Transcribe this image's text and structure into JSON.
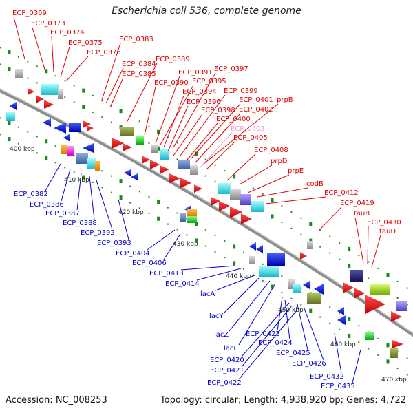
{
  "title": "Escherichia coli 536, complete genome",
  "footer": {
    "accession": "Accession: NC_008253",
    "summary": "Topology: circular; Length: 4,938,920 bp; Genes: 4,722"
  },
  "colors": {
    "backbone": "#8c8c8c",
    "forward_label": "#e00000",
    "reverse_label": "#0000cc",
    "faded_label": "#f0a0d0",
    "tick": "#1a8a1a"
  },
  "scale_labels": [
    "400 kbp",
    "410 kbp",
    "420 kbp",
    "430 kbp",
    "440 kbp",
    "450 kbp",
    "460 kbp",
    "470 kbp"
  ],
  "forward_labels": [
    "ECP_0369",
    "ECP_0373",
    "ECP_0374",
    "ECP_0375",
    "ECP_0376",
    "ECP_0383",
    "ECP_0384",
    "ECP_0385",
    "ECP_0389",
    "ECP_0390",
    "ECP_0391",
    "ECP_0395",
    "ECP_0394",
    "ECP_0397",
    "ECP_0396",
    "ECP_0399",
    "ECP_0398",
    "ECP_0401",
    "ECP_0402",
    "prpB",
    "ECP_0400",
    "ECP_0403",
    "ECP_0405",
    "ECP_0408",
    "prpD",
    "prpE",
    "codB",
    "ECP_0412",
    "ECP_0419",
    "tauB",
    "ECP_0430",
    "tauD"
  ],
  "reverse_labels": [
    "ECP_0382",
    "ECP_0386",
    "ECP_0387",
    "ECP_0388",
    "ECP_0392",
    "ECP_0393",
    "ECP_0404",
    "ECP_0406",
    "ECP_0413",
    "ECP_0414",
    "lacA",
    "lacY",
    "lacZ",
    "lacI",
    "ECP_0423",
    "ECP_0424",
    "ECP_0425",
    "ECP_0426",
    "ECP_0420",
    "ECP_0421",
    "ECP_0422",
    "ECP_0432",
    "ECP_0435"
  ]
}
